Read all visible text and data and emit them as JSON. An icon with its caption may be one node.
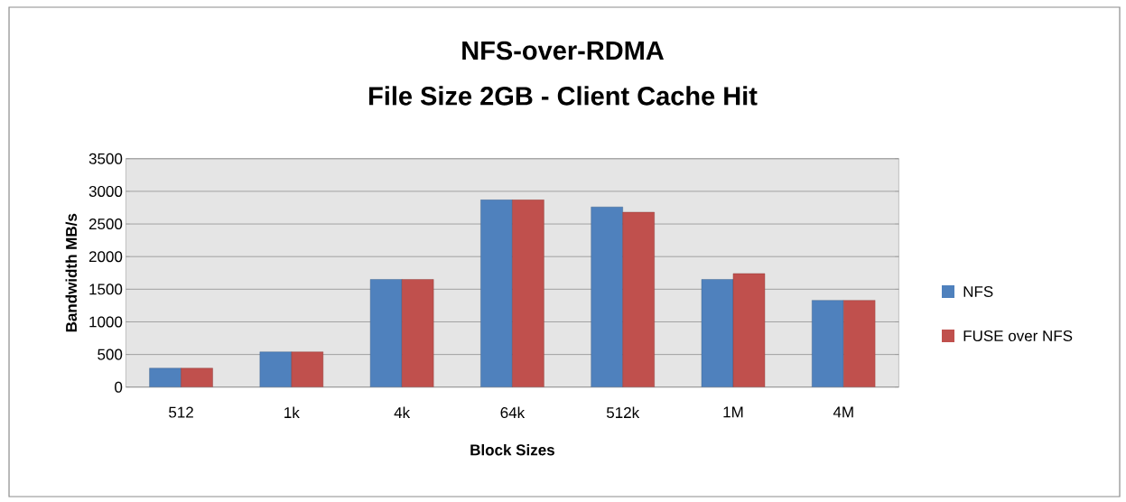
{
  "diagram": {
    "title": "NFS-over-RDMA",
    "chart_data": {
      "type": "bar",
      "title": "File Size 2GB - Client Cache Hit",
      "xlabel": "Block Sizes",
      "ylabel": "Bandwidth MB/s",
      "categories": [
        "512",
        "1k",
        "4k",
        "64k",
        "512k",
        "1M",
        "4M"
      ],
      "series": [
        {
          "name": "NFS",
          "color": "#4f81bd",
          "values": [
            290,
            540,
            1650,
            2870,
            2760,
            1650,
            1330
          ]
        },
        {
          "name": "FUSE over NFS",
          "color": "#c0504d",
          "values": [
            290,
            540,
            1650,
            2870,
            2680,
            1740,
            1330
          ]
        }
      ],
      "grid": true,
      "legend": "right",
      "ylim": [
        0,
        3500
      ],
      "yticks": [
        0,
        500,
        1000,
        1500,
        2000,
        2500,
        3000,
        3500
      ]
    }
  }
}
